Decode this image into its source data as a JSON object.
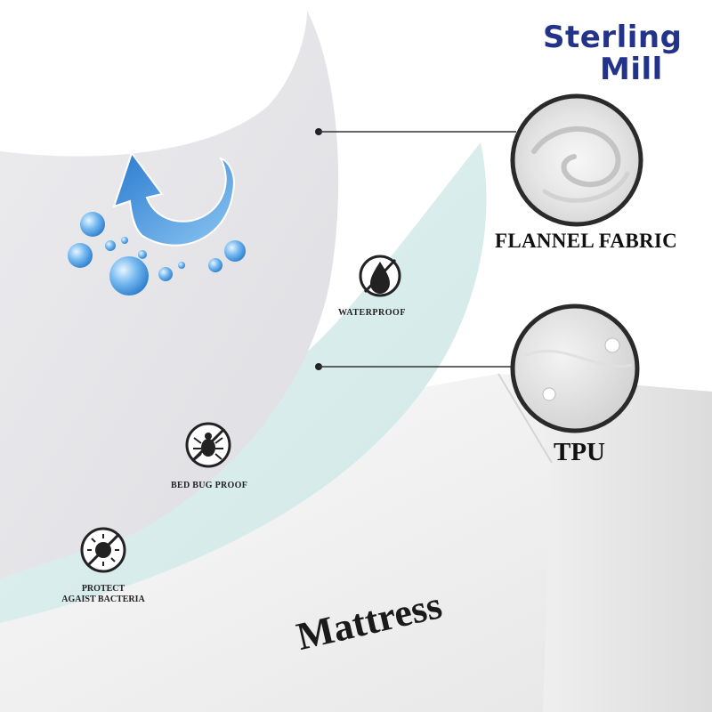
{
  "brand": {
    "line1": "Sterling",
    "line2": "Mill",
    "color": "#24338a"
  },
  "callouts": [
    {
      "label": "FLANNEL FABRIC",
      "icon": "flannel-fabric-swatch"
    },
    {
      "label": "TPU",
      "icon": "tpu-film-swatch"
    }
  ],
  "features": [
    {
      "label": "WATERPROOF",
      "icon": "no-water-icon"
    },
    {
      "label": "BED BUG PROOF",
      "icon": "no-bedbug-icon"
    },
    {
      "label_line1": "PROTECT",
      "label_line2": "AGAIST BACTERIA",
      "icon": "no-bacteria-icon"
    }
  ],
  "mattress_label": "Mattress",
  "colors": {
    "fabric_layer": "#e9e9eb",
    "tpu_layer": "#dcefee",
    "mattress": "#f2f2f2",
    "water_drop": "#5aa6e6"
  }
}
